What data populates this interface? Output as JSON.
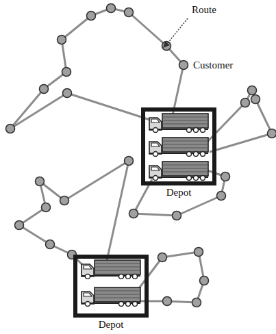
{
  "diagram": {
    "nodes": [
      {
        "text": [
          "Depot"
        ]
      },
      {
        "text": [
          "Depot"
        ]
      }
    ],
    "labels": [
      "Route",
      "Customer"
    ]
  }
}
